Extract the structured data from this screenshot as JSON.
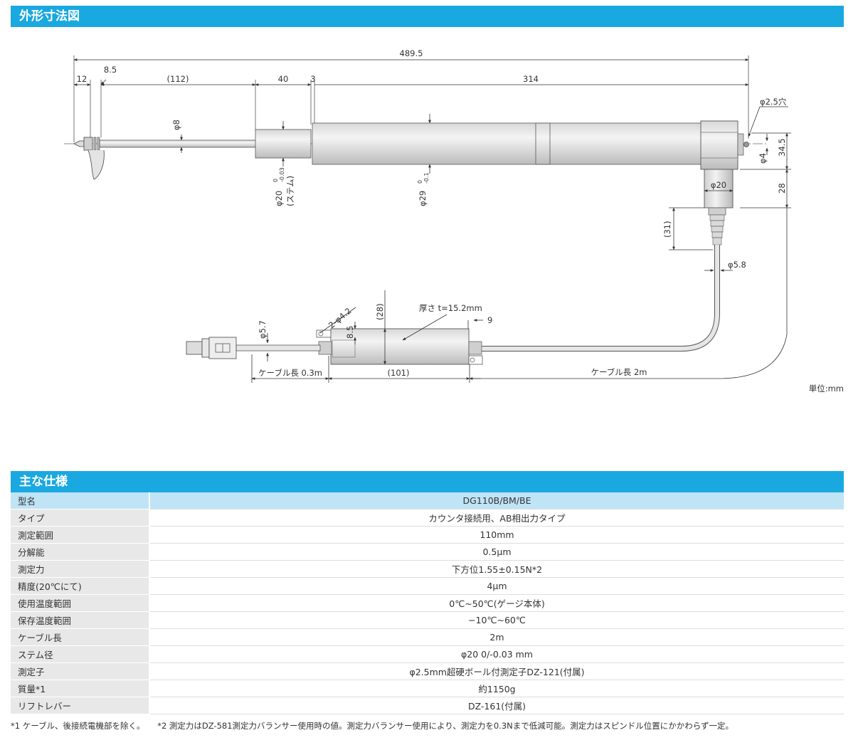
{
  "headers": {
    "dimensions": "外形寸法図",
    "specs": "主な仕様"
  },
  "drawing": {
    "dim_total": "489.5",
    "dim_12": "12",
    "dim_8_5": "8.5",
    "dim_112": "(112)",
    "dim_40": "40",
    "dim_3": "3",
    "dim_314": "314",
    "dia_8": "φ8",
    "dia_20_stem": "φ20 ",
    "stem_tol_upper": "0",
    "stem_tol_lower": "-0.03",
    "stem_label": "(ステム)",
    "dia_29": "φ29",
    "dia_29_tol_upper": "0",
    "dia_29_tol_lower": "-0.1",
    "hole": "φ2.5穴",
    "dia_4": "φ4",
    "dim_34_5": "34.5",
    "dia_20": "φ20",
    "dim_28": "28",
    "dim_31": "(31)",
    "dia_5_8": "φ5.8",
    "thickness": "厚さ t=15.2mm",
    "dim_9": "9",
    "holes": "2-φ4.2",
    "dim_28b": "(28)",
    "dim_8_5b": "8.5",
    "dia_5_7": "φ5.7",
    "cable_03": "ケーブル長 0.3m",
    "dim_101": "(101)",
    "cable_2": "ケーブル長 2m"
  },
  "unit_label": "単位:mm",
  "specs": [
    {
      "label": "型名",
      "value": "DG110B/BM/BE"
    },
    {
      "label": "タイプ",
      "value": "カウンタ接続用、AB相出力タイプ"
    },
    {
      "label": "測定範囲",
      "value": "110mm"
    },
    {
      "label": "分解能",
      "value": "0.5μm"
    },
    {
      "label": "測定力",
      "value": "下方位1.55±0.15N*2"
    },
    {
      "label": "精度(20℃にて)",
      "value": "4μm"
    },
    {
      "label": "使用温度範囲",
      "value": "0℃~50℃(ゲージ本体)"
    },
    {
      "label": "保存温度範囲",
      "value": "−10℃~60℃"
    },
    {
      "label": "ケーブル長",
      "value": "2m"
    },
    {
      "label": "ステム径",
      "value": "φ20 0/-0.03 mm"
    },
    {
      "label": "測定子",
      "value": "φ2.5mm超硬ボール付測定子DZ-121(付属)"
    },
    {
      "label": "質量*1",
      "value": "約1150g"
    },
    {
      "label": "リフトレバー",
      "value": "DZ-161(付属)"
    }
  ],
  "footnotes": {
    "note1": "*1 ケーブル、後接続電機部を除く。",
    "note2": "*2 測定力はDZ-581測定力バランサー使用時の値。測定力バランサー使用により、測定力を0.3Nまで低減可能。測定力はスピンドル位置にかかわらず一定。"
  }
}
